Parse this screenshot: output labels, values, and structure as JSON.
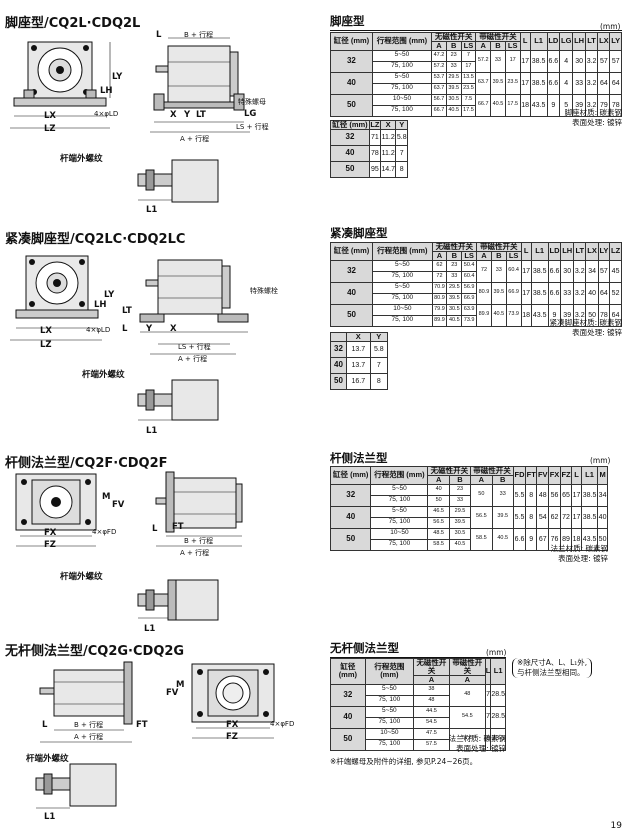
{
  "sections": [
    {
      "title": "脚座型/CQ2L·CDQ2L",
      "sub": "杆端外螺纹",
      "special_nut": "特殊螺母",
      "labels": {
        "b_stroke": "B + 行程",
        "a_stroke": "A + 行程",
        "ls_stroke": "LS + 行程",
        "lx": "LX",
        "lz": "LZ",
        "ld": "4×φLD",
        "ly": "LY",
        "lh": "LH",
        "x": "X",
        "y": "Y",
        "lt": "LT",
        "l": "L",
        "lg": "LG",
        "l1": "L1"
      }
    },
    {
      "title": "紧凑脚座型/CQ2LC·CDQ2LC",
      "sub": "杆端外螺纹",
      "special_nut": "特殊螺栓",
      "labels": {
        "b_stroke": "B + 行程",
        "a_stroke": "A + 行程",
        "ls_stroke": "LS + 行程",
        "lx": "LX",
        "lz": "LZ",
        "ld": "4×φLD",
        "ly": "LY",
        "lh": "LH",
        "x": "X",
        "y": "Y",
        "lt": "LT",
        "l": "L",
        "l1": "L1"
      }
    },
    {
      "title": "杆侧法兰型/CQ2F·CDQ2F",
      "sub": "杆端外螺纹",
      "labels": {
        "b_stroke": "B + 行程",
        "a_stroke": "A + 行程",
        "fx": "FX",
        "fz": "FZ",
        "fd": "4×φFD",
        "m": "M",
        "fv": "FV",
        "l": "L",
        "ft": "FT",
        "l1": "L1"
      }
    },
    {
      "title": "无杆侧法兰型/CQ2G·CDQ2G",
      "sub": "杆端外螺纹",
      "labels": {
        "b_stroke": "B + 行程",
        "a_stroke": "A + 行程",
        "fx": "FX",
        "fz": "FZ",
        "fd": "4×φFD",
        "m": "M",
        "fv": "FV",
        "l": "L",
        "ft": "FT",
        "l1": "L1"
      }
    }
  ],
  "tables": {
    "foot": {
      "title": "脚座型",
      "unit": "(mm)",
      "h_bore": "缸径\n(mm)",
      "h_stroke": "行程范围\n(mm)",
      "h_nomag": "无磁性开关",
      "h_mag": "带磁性开关",
      "cols_sub": [
        "A",
        "B",
        "LS",
        "A",
        "B",
        "LS"
      ],
      "cols_rest": [
        "L",
        "L1",
        "LD",
        "LG",
        "LH",
        "LT",
        "LX",
        "LY"
      ],
      "rows": [
        {
          "bore": "32",
          "strokes": [
            "5~50",
            "75, 100"
          ],
          "nomag": [
            [
              "47.2",
              "23",
              "7"
            ],
            [
              "57.2",
              "33",
              "17"
            ]
          ],
          "mag": [
            "57.2",
            "33",
            "17"
          ],
          "rest": [
            "17",
            "38.5",
            "6.6",
            "4",
            "30",
            "3.2",
            "57",
            "57"
          ]
        },
        {
          "bore": "40",
          "strokes": [
            "5~50",
            "75, 100"
          ],
          "nomag": [
            [
              "53.7",
              "29.5",
              "13.5"
            ],
            [
              "63.7",
              "39.5",
              "23.5"
            ]
          ],
          "mag": [
            "63.7",
            "39.5",
            "23.5"
          ],
          "rest": [
            "17",
            "38.5",
            "6.6",
            "4",
            "33",
            "3.2",
            "64",
            "64"
          ]
        },
        {
          "bore": "50",
          "strokes": [
            "10~50",
            "75, 100"
          ],
          "nomag": [
            [
              "56.7",
              "30.5",
              "7.5"
            ],
            [
              "66.7",
              "40.5",
              "17.5"
            ]
          ],
          "mag": [
            "66.7",
            "40.5",
            "17.5"
          ],
          "rest": [
            "18",
            "43.5",
            "9",
            "5",
            "39",
            "3.2",
            "79",
            "78"
          ]
        }
      ],
      "note": [
        "脚座材质: 碳素钢",
        "表面处理: 镀锌"
      ],
      "sub_table": {
        "h_bore": "缸径\n(mm)",
        "cols": [
          "LZ",
          "X",
          "Y"
        ],
        "rows": [
          [
            "32",
            "71",
            "11.2",
            "5.8"
          ],
          [
            "40",
            "78",
            "11.2",
            "7"
          ],
          [
            "50",
            "95",
            "14.7",
            "8"
          ]
        ]
      }
    },
    "compact": {
      "title": "紧凑脚座型",
      "h_bore": "缸径\n(mm)",
      "h_stroke": "行程范围\n(mm)",
      "h_nomag": "无磁性开关",
      "h_mag": "带磁性开关",
      "cols_sub": [
        "A",
        "B",
        "LS",
        "A",
        "B",
        "LS"
      ],
      "cols_rest": [
        "L",
        "L1",
        "LD",
        "LH",
        "LT",
        "LX",
        "LY",
        "LZ"
      ],
      "rows": [
        {
          "bore": "32",
          "strokes": [
            "5~50",
            "75, 100"
          ],
          "nomag": [
            [
              "62",
              "23",
              "50.4"
            ],
            [
              "72",
              "33",
              "60.4"
            ]
          ],
          "mag": [
            "72",
            "33",
            "60.4"
          ],
          "rest": [
            "17",
            "38.5",
            "6.6",
            "30",
            "3.2",
            "34",
            "57",
            "45"
          ]
        },
        {
          "bore": "40",
          "strokes": [
            "5~50",
            "75, 100"
          ],
          "nomag": [
            [
              "70.9",
              "29.5",
              "56.9"
            ],
            [
              "80.9",
              "39.5",
              "66.9"
            ]
          ],
          "mag": [
            "80.9",
            "39.5",
            "66.9"
          ],
          "rest": [
            "17",
            "38.5",
            "6.6",
            "33",
            "3.2",
            "40",
            "64",
            "52"
          ]
        },
        {
          "bore": "50",
          "strokes": [
            "10~50",
            "75, 100"
          ],
          "nomag": [
            [
              "79.9",
              "30.5",
              "63.9"
            ],
            [
              "89.9",
              "40.5",
              "73.9"
            ]
          ],
          "mag": [
            "89.9",
            "40.5",
            "73.9"
          ],
          "rest": [
            "18",
            "43.5",
            "9",
            "39",
            "3.2",
            "50",
            "78",
            "64"
          ]
        }
      ],
      "note": [
        "紧凑脚座材质: 碳素钢",
        "表面处理: 镀锌"
      ],
      "sub_table": {
        "cols": [
          "X",
          "Y"
        ],
        "rows": [
          [
            "32",
            "13.7",
            "5.8"
          ],
          [
            "40",
            "13.7",
            "7"
          ],
          [
            "50",
            "16.7",
            "8"
          ]
        ]
      }
    },
    "rod_flange": {
      "title": "杆侧法兰型",
      "unit": "(mm)",
      "h_bore": "缸径\n(mm)",
      "h_stroke": "行程范围\n(mm)",
      "h_nomag": "无磁性开关",
      "h_mag": "带磁性开关",
      "cols_sub": [
        "A",
        "B",
        "A",
        "B"
      ],
      "cols_rest": [
        "FD",
        "FT",
        "FV",
        "FX",
        "FZ",
        "L",
        "L1",
        "M"
      ],
      "rows": [
        {
          "bore": "32",
          "strokes": [
            "5~50",
            "75, 100"
          ],
          "nomag": [
            [
              "40",
              "23"
            ],
            [
              "50",
              "33"
            ]
          ],
          "mag": [
            "50",
            "33"
          ],
          "rest": [
            "5.5",
            "8",
            "48",
            "56",
            "65",
            "17",
            "38.5",
            "34"
          ]
        },
        {
          "bore": "40",
          "strokes": [
            "5~50",
            "75, 100"
          ],
          "nomag": [
            [
              "46.5",
              "29.5"
            ],
            [
              "56.5",
              "39.5"
            ]
          ],
          "mag": [
            "56.5",
            "39.5"
          ],
          "rest": [
            "5.5",
            "8",
            "54",
            "62",
            "72",
            "17",
            "38.5",
            "40"
          ]
        },
        {
          "bore": "50",
          "strokes": [
            "10~50",
            "75, 100"
          ],
          "nomag": [
            [
              "48.5",
              "30.5"
            ],
            [
              "58.5",
              "40.5"
            ]
          ],
          "mag": [
            "58.5",
            "40.5"
          ],
          "rest": [
            "6.6",
            "9",
            "67",
            "76",
            "89",
            "18",
            "43.5",
            "50"
          ]
        }
      ],
      "note": [
        "法兰材质: 碳素钢",
        "表面处理: 镀锌"
      ]
    },
    "head_flange": {
      "title": "无杆侧法兰型",
      "unit": "(mm)",
      "h_bore": "缸径\n(mm)",
      "h_stroke": "行程范围\n(mm)",
      "h_nomag": "无磁性开关",
      "h_mag": "带磁性开关",
      "cols_sub": [
        "A",
        "A"
      ],
      "cols_rest": [
        "L",
        "L1"
      ],
      "rows": [
        {
          "bore": "32",
          "strokes": [
            "5~50",
            "75, 100"
          ],
          "nomag": [
            [
              "38"
            ],
            [
              "48"
            ]
          ],
          "mag": [
            "48"
          ],
          "rest": [
            "7",
            "28.5"
          ]
        },
        {
          "bore": "40",
          "strokes": [
            "5~50",
            "75, 100"
          ],
          "nomag": [
            [
              "44.5"
            ],
            [
              "54.5"
            ]
          ],
          "mag": [
            "54.5"
          ],
          "rest": [
            "7",
            "28.5"
          ]
        },
        {
          "bore": "50",
          "strokes": [
            "10~50",
            "75, 100"
          ],
          "nomag": [
            [
              "47.5"
            ],
            [
              "57.5"
            ]
          ],
          "mag": [
            "57.5"
          ],
          "rest": [
            "8",
            "33.5"
          ]
        }
      ],
      "note": [
        "法兰材质: 碳素钢",
        "表面处理: 镀锌"
      ],
      "side_note": [
        "※除尺寸A、L、L₁外,",
        "与杆侧法兰型相同。"
      ],
      "footer": "※杆端螺母及附件的详细, 参见P.24~26页。"
    }
  },
  "page_number": "19"
}
